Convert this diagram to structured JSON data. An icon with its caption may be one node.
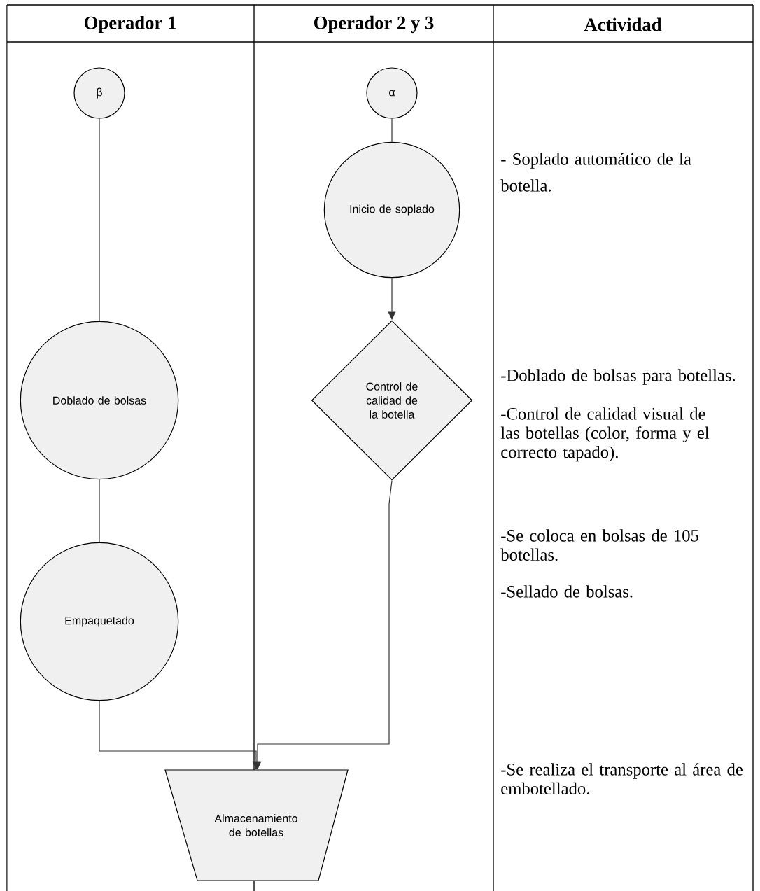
{
  "diagram": {
    "nodes": [
      {
        "text": [
          "β"
        ]
      },
      {
        "text": [
          "α"
        ]
      },
      {
        "text": [
          "Inicio de soplado"
        ]
      },
      {
        "text": [
          "Control de calidad de la botella"
        ]
      },
      {
        "text": [
          "Doblado de bolsas"
        ]
      },
      {
        "text": [
          "Empaquetado"
        ]
      },
      {
        "text": [
          "Almacenamiento de botellas"
        ]
      }
    ],
    "edges": [
      {
        "from": 0,
        "to": 4,
        "arrow": "none"
      },
      {
        "from": 4,
        "to": 5,
        "arrow": "none"
      },
      {
        "from": 5,
        "to": 6,
        "arrow": "to"
      },
      {
        "from": 1,
        "to": 2,
        "arrow": "none"
      },
      {
        "from": 2,
        "to": 3,
        "arrow": "to"
      },
      {
        "from": 3,
        "to": 6,
        "arrow": "to"
      }
    ],
    "labels": [
      "Operador 1",
      "Operador 2 y 3",
      "Actividad",
      "- Soplado automático de la botella.",
      "-Doblado de bolsas para botellas.",
      "-Control de calidad visual de las botellas (color, forma y el correcto tapado).",
      "-Se coloca en bolsas de 105 botellas.",
      "-Sellado de bolsas.",
      "-Se realiza el transporte al área de embotellado."
    ]
  }
}
